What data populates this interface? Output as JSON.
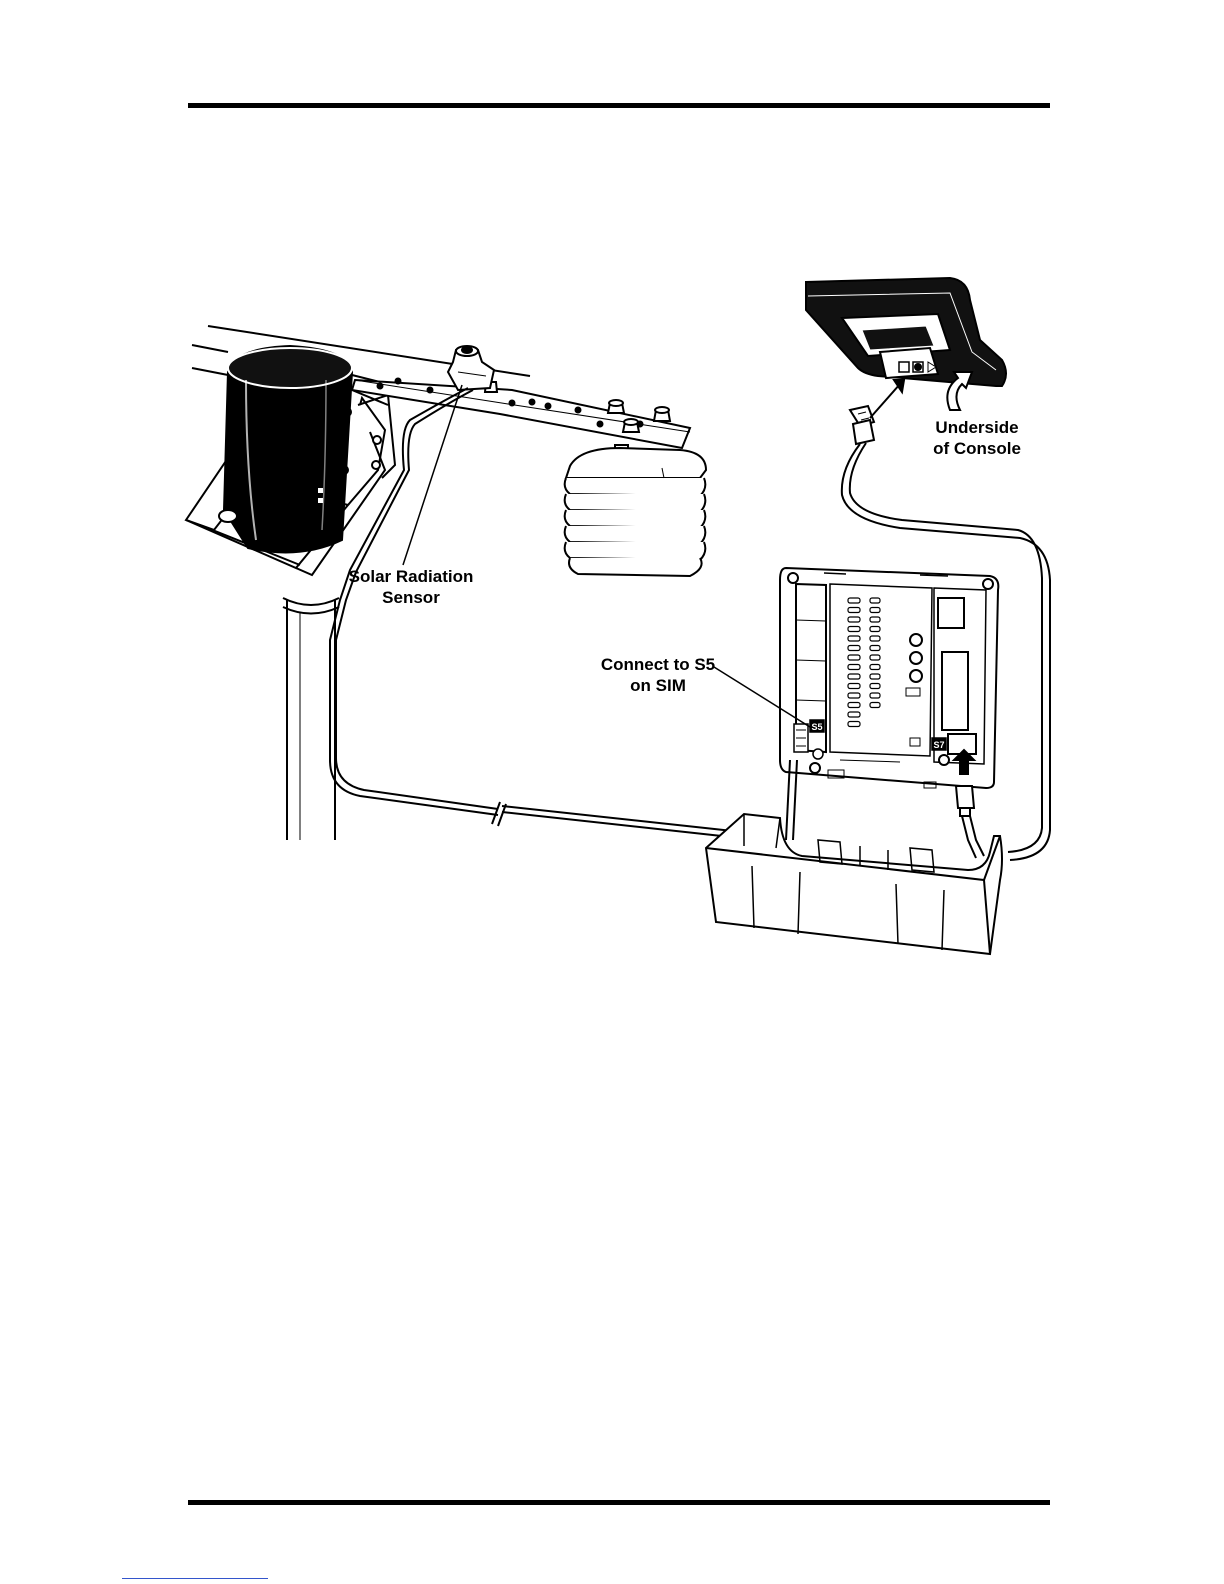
{
  "figure": {
    "labels": {
      "solar_radiation_sensor": [
        "Solar Radiation",
        "Sensor"
      ],
      "underside_of_console": [
        "Underside",
        "of Console"
      ],
      "connect_to_s5": [
        "Connect to S5",
        "on SIM"
      ]
    },
    "board_marks": {
      "s5": "S5",
      "s7": "S7"
    }
  },
  "colors": {
    "ink": "#000000",
    "paper": "#ffffff",
    "link_underline": "#3355cc"
  }
}
